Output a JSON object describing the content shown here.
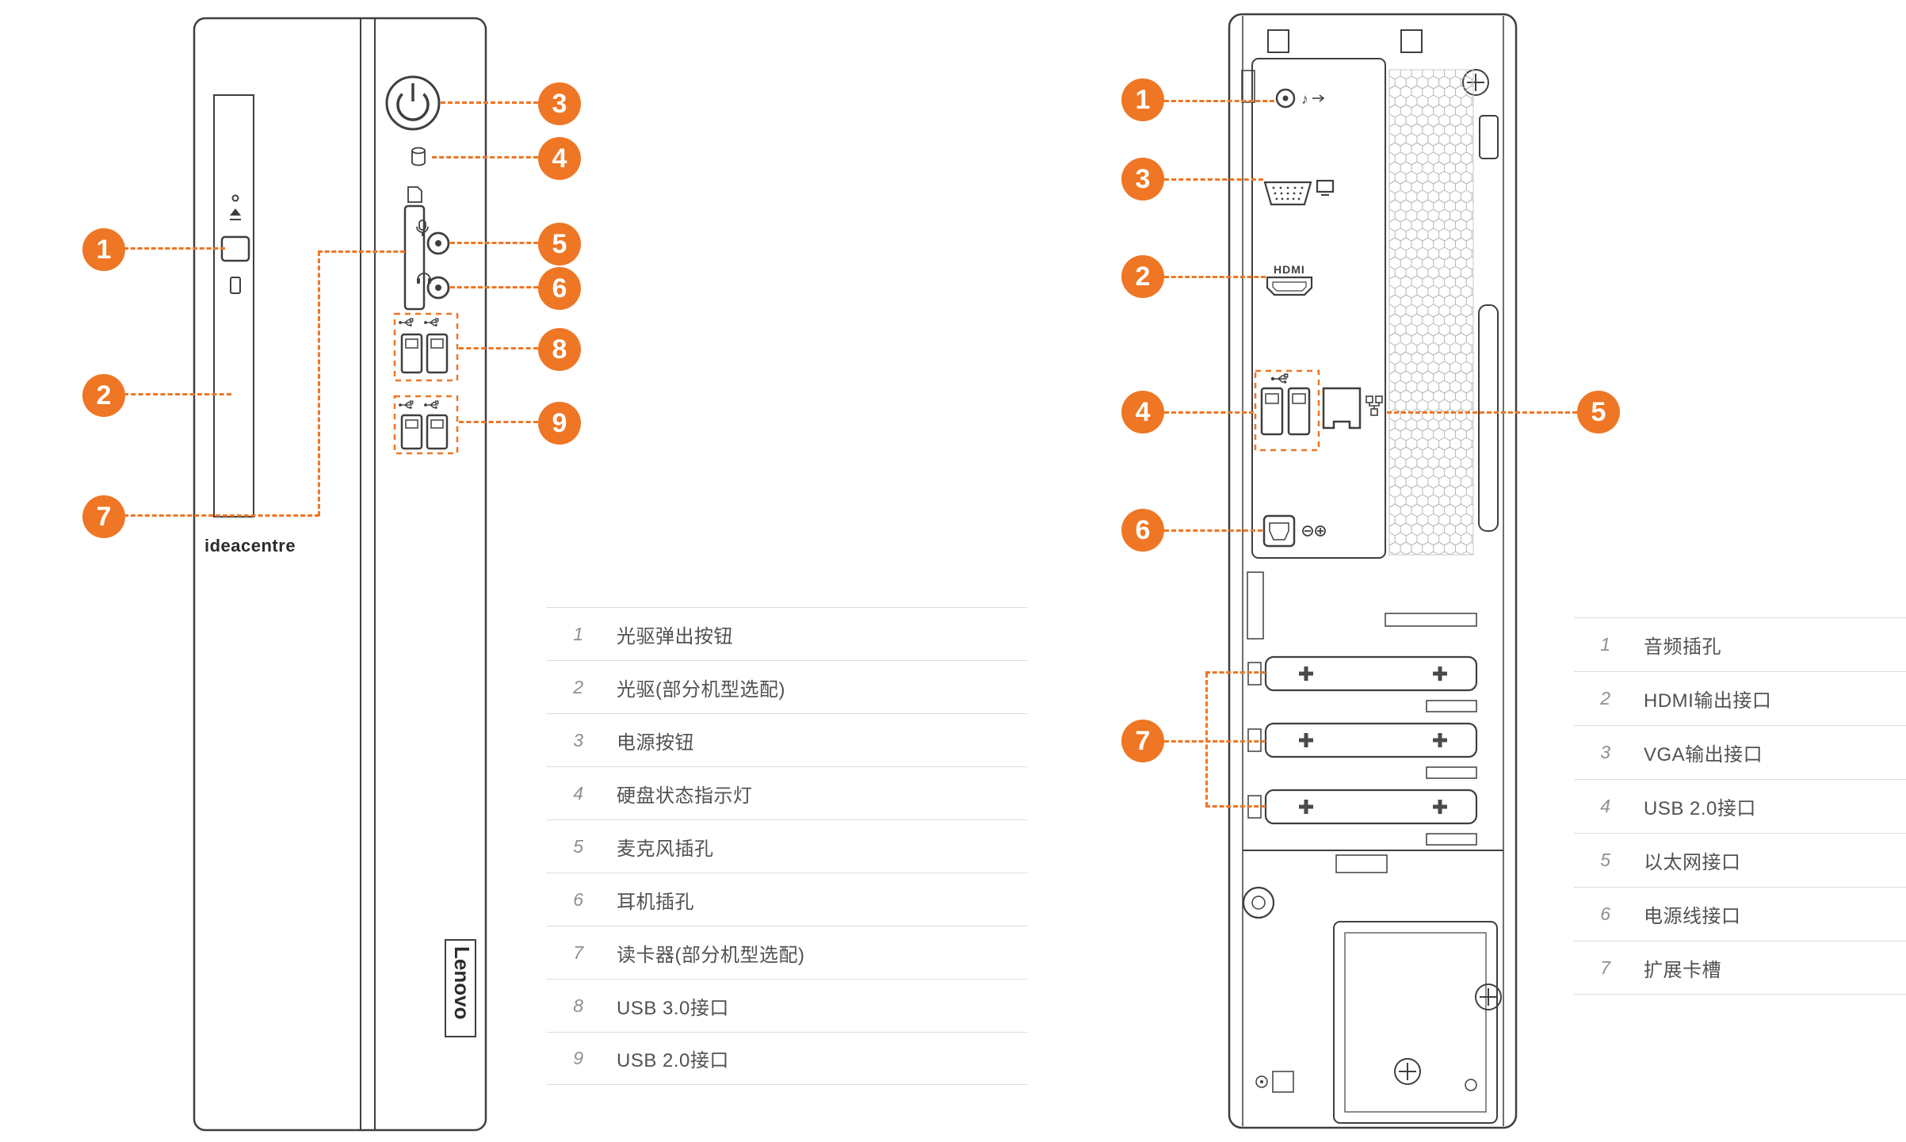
{
  "colors": {
    "accent": "#EE7624",
    "line": "#3F3F3F",
    "legend_text": "#525252",
    "legend_number": "#8F8F8F",
    "divider": "#DCDCDC"
  },
  "front_view": {
    "brand_text": "ideacentre",
    "logo_text": "Lenovo",
    "callouts": [
      "1",
      "2",
      "3",
      "4",
      "5",
      "6",
      "7",
      "8",
      "9"
    ],
    "legend_rows": [
      {
        "number": "1",
        "label": "光驱弹出按钮"
      },
      {
        "number": "2",
        "label": "光驱(部分机型选配)"
      },
      {
        "number": "3",
        "label": "电源按钮"
      },
      {
        "number": "4",
        "label": "硬盘状态指示灯"
      },
      {
        "number": "5",
        "label": "麦克风插孔"
      },
      {
        "number": "6",
        "label": "耳机插孔"
      },
      {
        "number": "7",
        "label": "读卡器(部分机型选配)"
      },
      {
        "number": "8",
        "label": "USB 3.0接口"
      },
      {
        "number": "9",
        "label": "USB 2.0接口"
      }
    ]
  },
  "back_view": {
    "hdmi_port_label": "HDMI",
    "callouts": [
      "1",
      "2",
      "3",
      "4",
      "5",
      "6",
      "7"
    ],
    "legend_rows": [
      {
        "number": "1",
        "label": "音频插孔"
      },
      {
        "number": "2",
        "label": "HDMI输出接口"
      },
      {
        "number": "3",
        "label": "VGA输出接口"
      },
      {
        "number": "4",
        "label": "USB 2.0接口"
      },
      {
        "number": "5",
        "label": "以太网接口"
      },
      {
        "number": "6",
        "label": "电源线接口"
      },
      {
        "number": "7",
        "label": "扩展卡槽"
      }
    ]
  }
}
